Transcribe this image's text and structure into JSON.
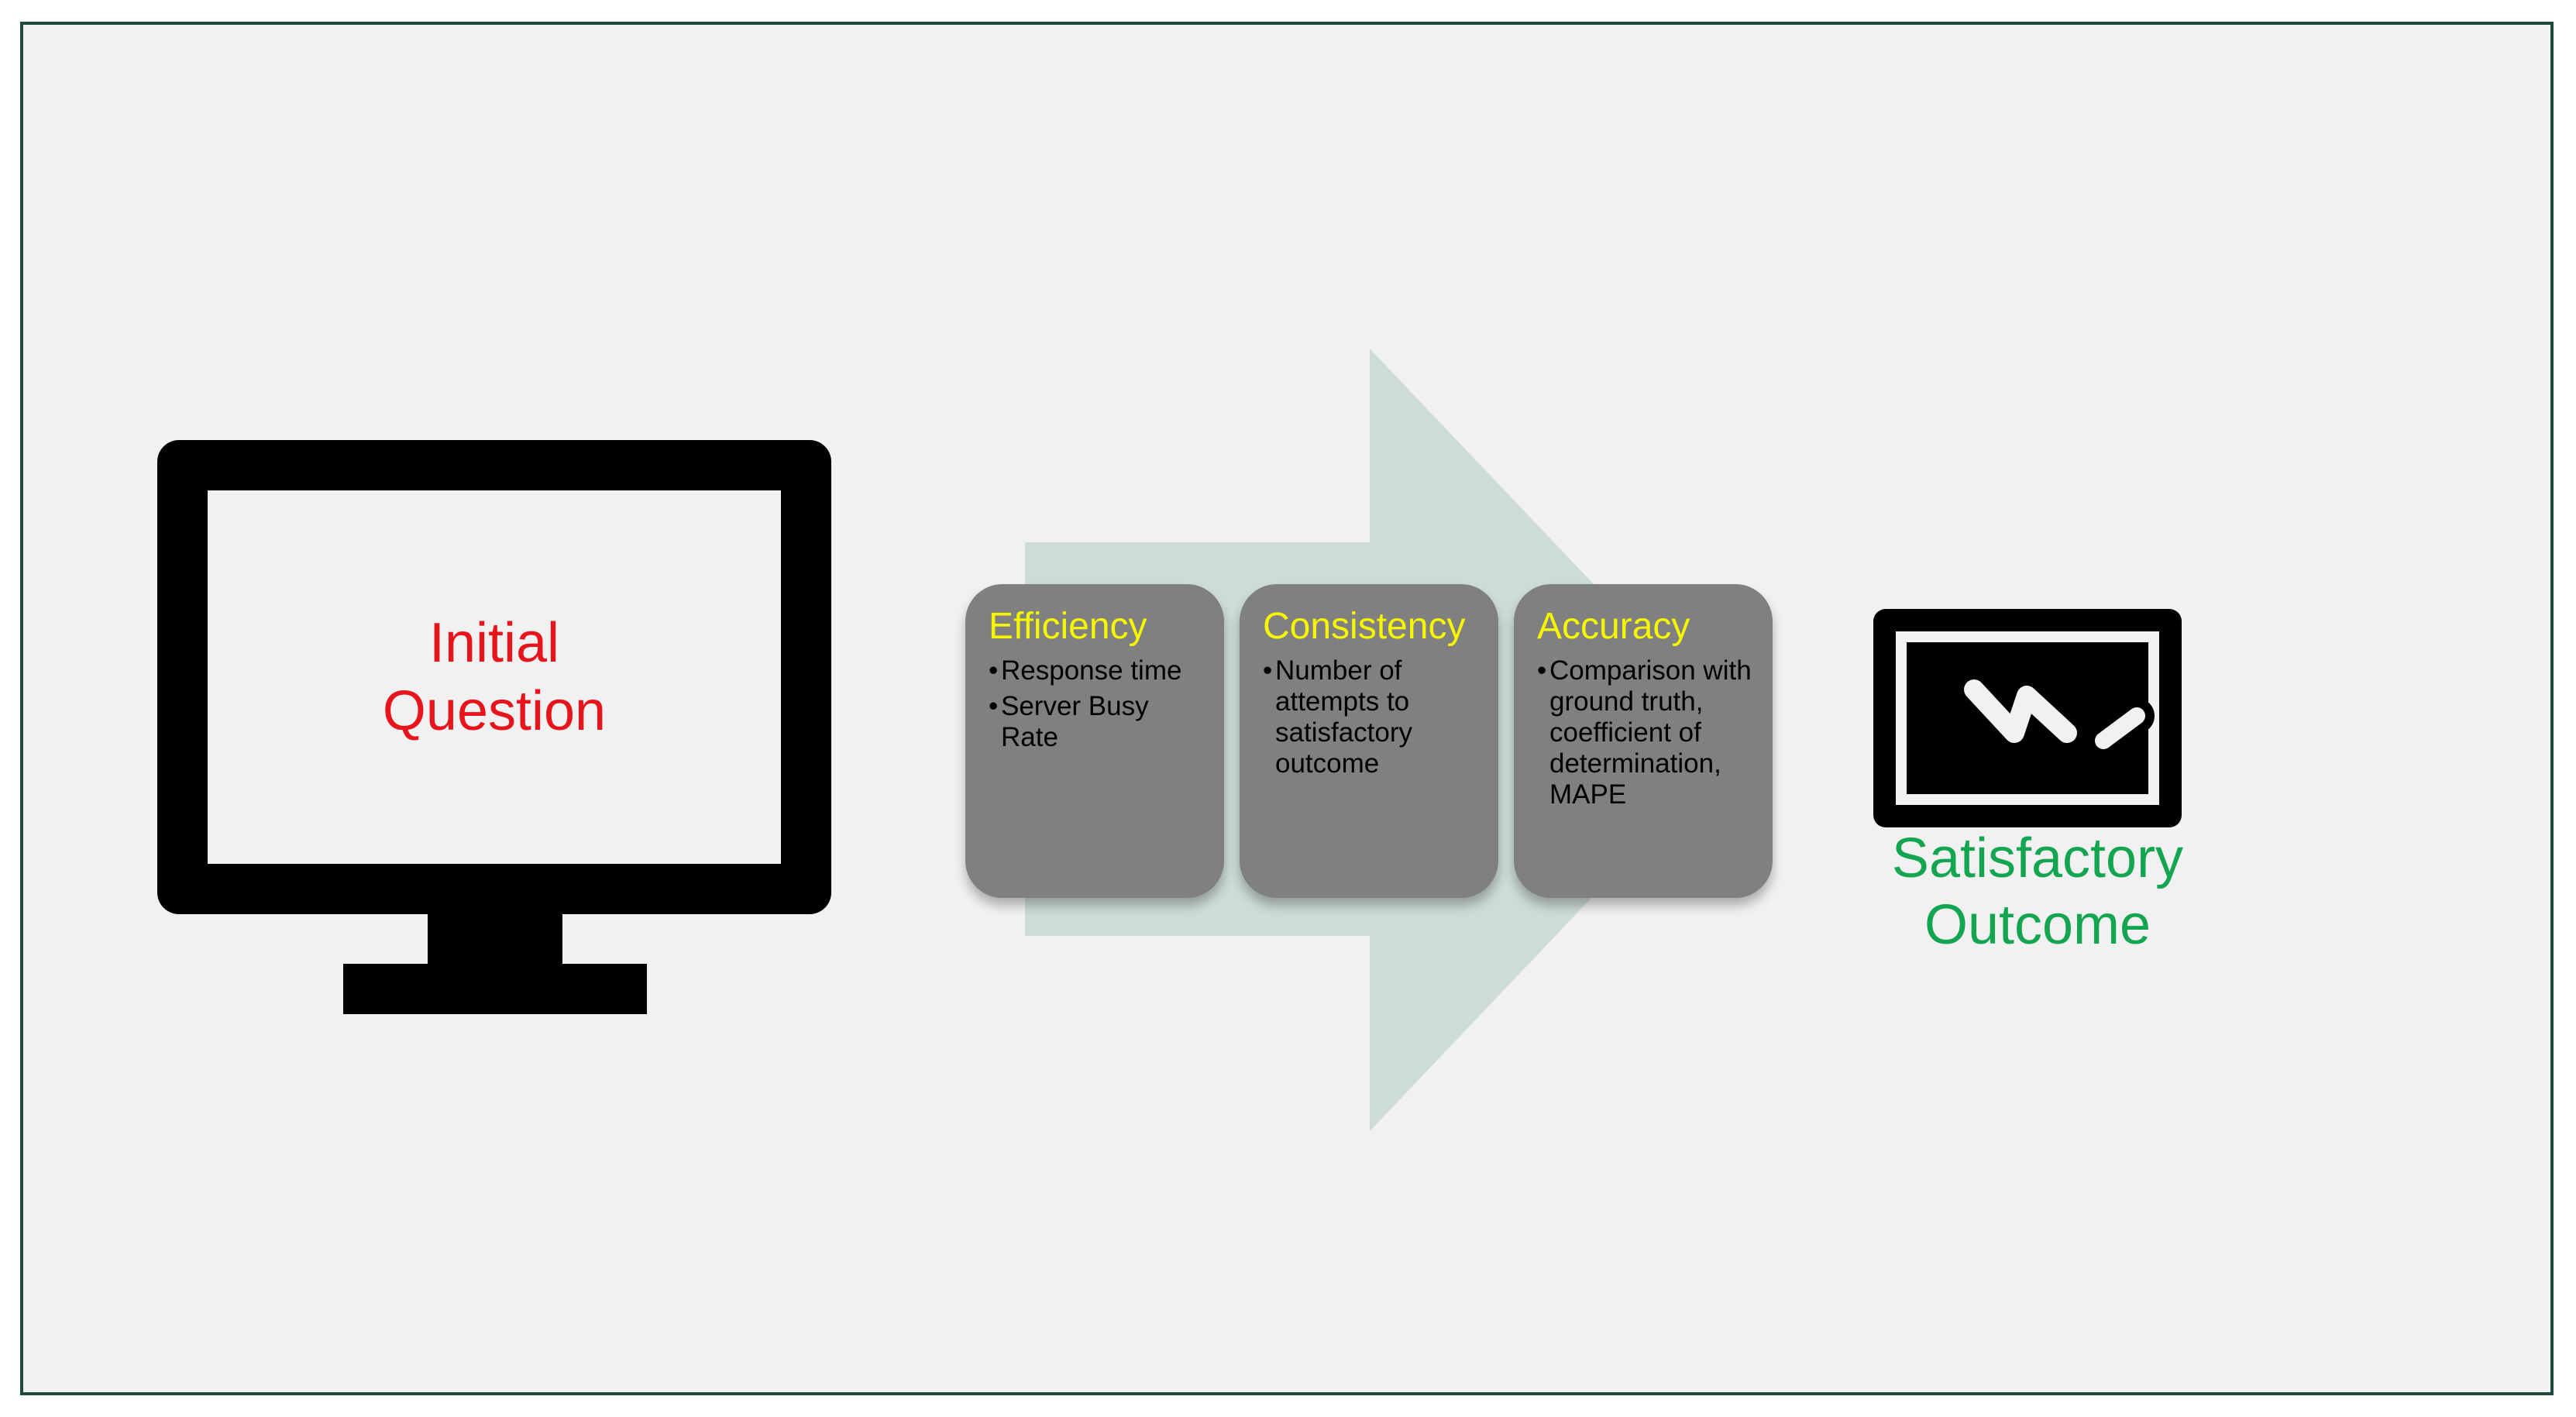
{
  "monitor": {
    "line1": "Initial",
    "line2": "Question",
    "text_color": "#e8141b"
  },
  "steps": [
    {
      "title": "Efficiency",
      "bullets": [
        "Response time",
        "Server Busy Rate"
      ]
    },
    {
      "title": "Consistency",
      "bullets": [
        "Number of attempts to satisfactory outcome"
      ]
    },
    {
      "title": "Accuracy",
      "bullets": [
        "Comparison with ground truth, coefficient of determination, MAPE"
      ]
    }
  ],
  "outcome": {
    "line1": "Satisfactory",
    "line2": "Outcome",
    "text_color": "#14a550"
  },
  "colors": {
    "background": "#f1f1f1",
    "frame_border": "#1c4a3e",
    "arrow": "#cddcd5",
    "box": "#808080",
    "box_title": "#f6f600"
  },
  "icons": {
    "monitor": "monitor-icon",
    "outcome": "whiteboard-signature-icon",
    "flow": "right-arrow-icon"
  }
}
